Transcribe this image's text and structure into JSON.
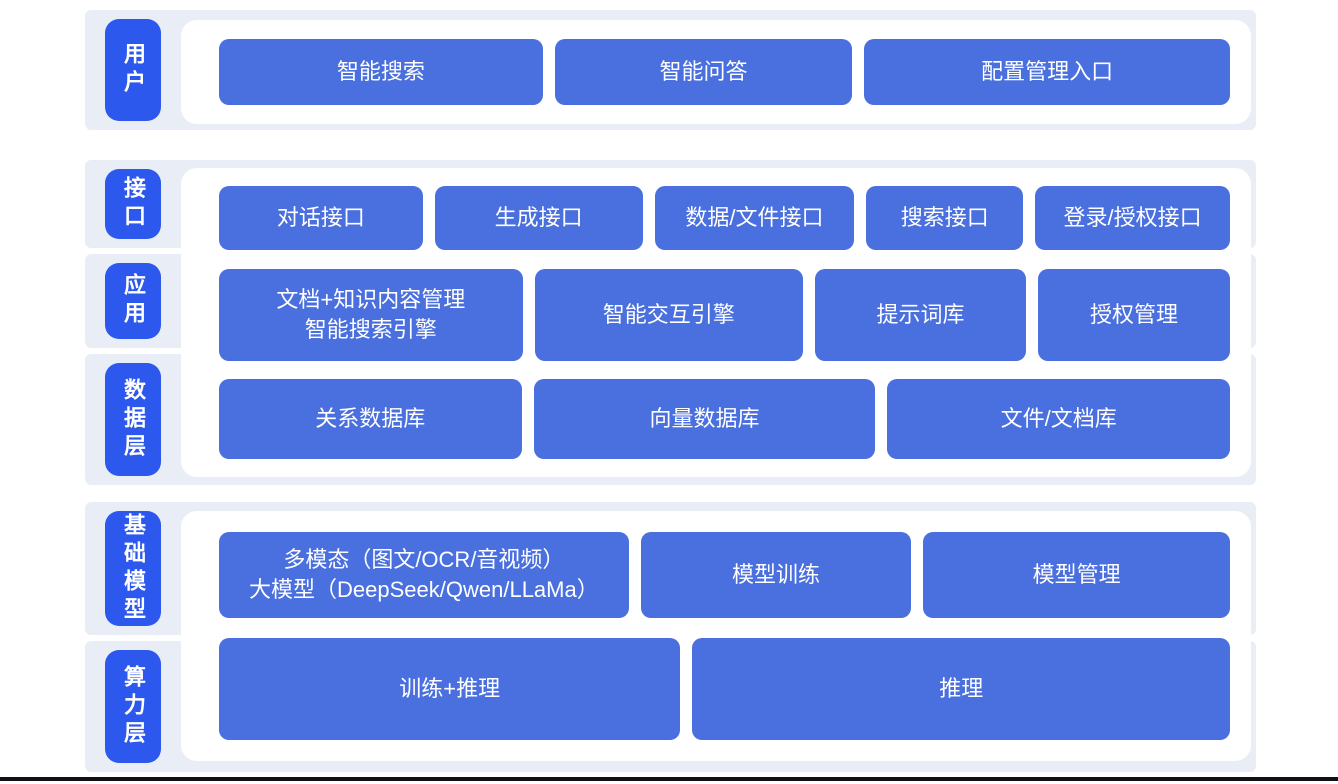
{
  "colors": {
    "layer_label_blue": "#2d58ee",
    "button_blue": "#4a6fde",
    "band_gray": "#e9eef6",
    "panel_white": "#ffffff",
    "text_white": "#ffffff",
    "bottom_divider": "#101016"
  },
  "sections": [
    {
      "labels": [
        {
          "text": "用户"
        }
      ],
      "rows": [
        {
          "buttons": [
            {
              "label": "智能搜索"
            },
            {
              "label": "智能问答"
            },
            {
              "label": "配置管理入口"
            }
          ]
        }
      ]
    },
    {
      "labels": [
        {
          "text": "接口"
        },
        {
          "text": "应用"
        },
        {
          "text": "数据层"
        }
      ],
      "rows": [
        {
          "buttons": [
            {
              "label": "对话接口"
            },
            {
              "label": "生成接口"
            },
            {
              "label": "数据/文件接口"
            },
            {
              "label": "搜索接口"
            },
            {
              "label": "登录/授权接口"
            }
          ]
        },
        {
          "buttons": [
            {
              "label": "文档+知识内容管理\n智能搜索引擎"
            },
            {
              "label": "智能交互引擎"
            },
            {
              "label": "提示词库"
            },
            {
              "label": "授权管理"
            }
          ]
        },
        {
          "buttons": [
            {
              "label": "关系数据库"
            },
            {
              "label": "向量数据库"
            },
            {
              "label": "文件/文档库"
            }
          ]
        }
      ]
    },
    {
      "labels": [
        {
          "text": "基础模型"
        },
        {
          "text": "算力层"
        }
      ],
      "rows": [
        {
          "buttons": [
            {
              "label": "多模态（图文/OCR/音视频）\n大模型（DeepSeek/Qwen/LLaMa）"
            },
            {
              "label": "模型训练"
            },
            {
              "label": "模型管理"
            }
          ]
        },
        {
          "buttons": [
            {
              "label": "训练+推理"
            },
            {
              "label": "推理"
            }
          ]
        }
      ]
    }
  ]
}
